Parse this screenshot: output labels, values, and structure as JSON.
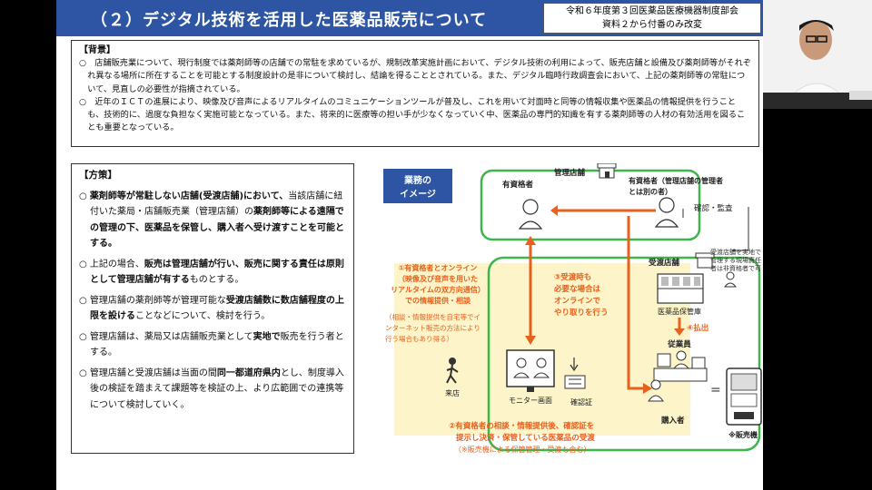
{
  "slide": {
    "title": "（２）デジタル技術を活用した医薬品販売について",
    "source_line1": "令和６年度第３回医薬品医療機器制度部会",
    "source_line2": "資料２から付番のみ改変"
  },
  "background": {
    "heading": "【背景】",
    "para1": "○　店舗販売業について、現行制度では薬剤師等の店舗での常駐を求めているが、規制改革実施計画において、デジタル技術の利用によって、販売店舗と設備及び薬剤師等がそれぞれ異なる場所に所在することを可能とする制度設計の是非について検討し、結論を得ることとされている。また、デジタル臨時行政調査会において、上記の薬剤師等の常駐について、見直しの必要性が指摘されている。",
    "para2": "○　近年のＩＣＴの進展により、映像及び音声によるリアルタイムのコミュニケーションツールが普及し、これを用いて対面時と同等の情報収集や医薬品の情報提供を行うことも、技術的に、過度な負担なく実施可能となっている。また、将来的に医療等の担い手が少なくなっていく中、医薬品の専門的知識を有する薬剤師等の人材の有効活用を図ることも重要となっている。"
  },
  "plan": {
    "heading": "【方策】",
    "b1_bold1": "薬剤師等が常駐しない店舗(受渡店舗)において、",
    "b1_text1": "当該店舗に紐付いた薬局・店舗販売業（管理店舗）の",
    "b1_bold2": "薬剤師等による遠隔での管理の下、医薬品を保管し、購入者へ受け渡すことを可能とする。",
    "b2_text1": "上記の場合、",
    "b2_bold1": "販売は管理店舗が行い、販売に関する責任は原則として管理店舗が有する",
    "b2_text2": "ものとする。",
    "b3_text1": "管理店舗の薬剤師等が管理可能な",
    "b3_bold1": "受渡店舗数に数店舗程度の上限を設ける",
    "b3_text2": "ことなどについて、検討を行う。",
    "b4_text1": "管理店舗は、薬局又は店舗販売業として",
    "b4_bold1": "実地で",
    "b4_text2": "販売を行う者とする。",
    "b5_text1": "管理店舗と受渡店舗は当面の間",
    "b5_bold1": "同一都道府県内",
    "b5_text2": "とし、制度導入後の検証を踏まえて課題等を検証の上、より広範囲での連携等について検討していく。"
  },
  "diagram": {
    "badge_line1": "業務の",
    "badge_line2": "イメージ",
    "store_manage": "管理店舗",
    "qualified": "有資格者",
    "qualified_other_1": "有資格者（管理店舗の管理者",
    "qualified_other_2": "とは別の者）",
    "confirm_audit": "確認・監査",
    "store_delivery": "受渡店舗",
    "note_1": "受渡店舗を実地で",
    "note_2": "管理する現場責任",
    "note_3": "者は非資格者で可",
    "step1_1": "①有資格者とオンライン",
    "step1_2": "（映像及び音声を用いた",
    "step1_3": "リアルタイムの双方向通信）",
    "step1_4": "での情報提供・相談",
    "step1_sub1": "（相談・情報提供を自宅等でイ",
    "step1_sub2": "ンターネット販売の方法により",
    "step1_sub3": "行う場合もあり得る）",
    "step3_1": "③受渡時も",
    "step3_2": "必要な場合は",
    "step3_3": "オンラインで",
    "step3_4": "やり取りを行う",
    "storage": "医薬品保管庫",
    "step4": "④払出",
    "staff": "従業員",
    "visit": "来店",
    "monitor": "モニター画面",
    "cert": "確認証",
    "buyer": "購入者",
    "vending": "※販売機",
    "step2_1": "②有資格者の相談・情報提供後、確認証を",
    "step2_2": "提示し決済・保管している医薬品の受渡",
    "step2_3": "（※販売機による保管管理・受渡も含む）"
  },
  "colors": {
    "title_bar": "#2d55a3",
    "green": "#3cb54a",
    "orange": "#e8601c",
    "badge": "#2d55a3",
    "yellow_zone": "#fdf5c9"
  }
}
